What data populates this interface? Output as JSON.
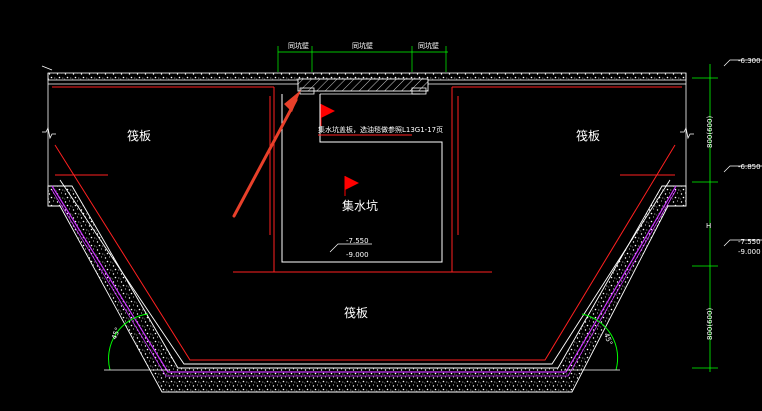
{
  "labels": {
    "slab_left": "筏板",
    "slab_right": "筏板",
    "slab_bottom": "筏板",
    "sump": "集水坑",
    "note": "集水坑盖板，选油毯做参照L13G1-17页"
  },
  "dimensions": {
    "top_segment_1": "同坑壁",
    "top_segment_2": "同坑壁",
    "top_segment_3": "同坑壁",
    "right_side_1": "800(600)",
    "right_side_2": "800(600)",
    "right_side_mid": "H"
  },
  "elevations": {
    "top": "-6.300",
    "mid": "-6.850",
    "sump_bottom": "-7.550",
    "sump_bottom_alt": "-9.000",
    "right_bottom": "-7.550",
    "right_bottom_alt": "-9.000"
  },
  "angles": {
    "left": "45°",
    "right": "45°"
  },
  "colors": {
    "background": "#000000",
    "rebar": "#ff2020",
    "outline": "#ffffff",
    "dimension": "#00ff00",
    "waterproof": "#cc33ff",
    "arrow": "#e8402a",
    "flag": "#ff0000"
  },
  "icons": [
    "flag-marker-icon",
    "flag-marker-icon",
    "arrow-pointer-icon"
  ]
}
